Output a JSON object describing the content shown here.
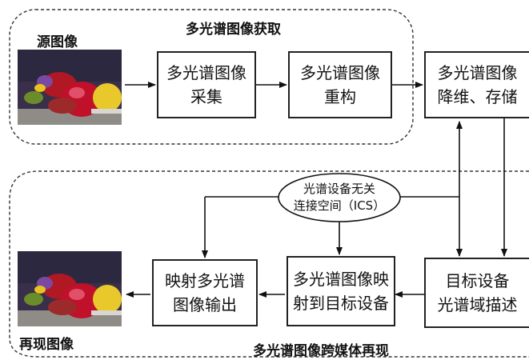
{
  "groups": {
    "acquisition_title": "多光谱图像获取",
    "reproduction_title": "多光谱图像跨媒体再现"
  },
  "images": {
    "source_label": "源图像",
    "reproduced_label": "再现图像"
  },
  "boxes": {
    "capture": [
      "多光谱图像",
      "采集"
    ],
    "reconstruct": [
      "多光谱图像",
      "重构"
    ],
    "reduce_store": [
      "多光谱图像",
      "降维、存储"
    ],
    "target_desc": [
      "目标设备",
      "光谱域描述"
    ],
    "map_target": [
      "多光谱图像映",
      "射到目标设备"
    ],
    "map_output": [
      "映射多光谱",
      "图像输出"
    ]
  },
  "ics": [
    "光谱设备无关",
    "连接空间（ICS）"
  ]
}
